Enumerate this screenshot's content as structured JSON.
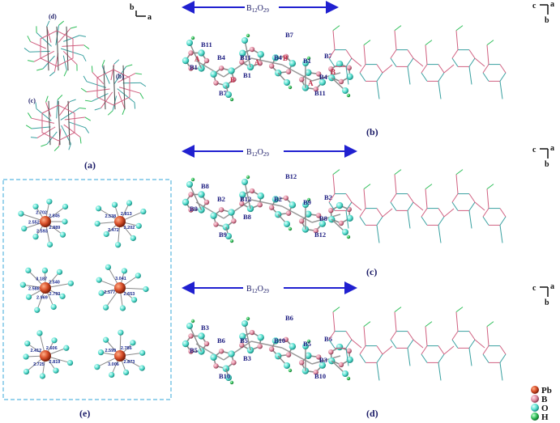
{
  "panels": {
    "a": "(a)",
    "b": "(b)",
    "c": "(c)",
    "d": "(d)",
    "e": "(e)"
  },
  "formula": {
    "base": "B",
    "sub1": "12",
    "mid": "O",
    "sub2": "29"
  },
  "cluster_labels": [
    "(d)",
    "(b)",
    "(c)"
  ],
  "axes": {
    "a_view": {
      "first": "b",
      "second": "a"
    },
    "b_view": {
      "first": "c",
      "second": "a",
      "third": "b"
    },
    "c_view": {
      "first": "c",
      "second": "a",
      "third": "b"
    },
    "d_view": {
      "first": "c",
      "second": "a",
      "third": "b"
    }
  },
  "legend": [
    {
      "symbol": "Pb",
      "color": "#d9502a"
    },
    {
      "symbol": "B",
      "color": "#e08aa0"
    },
    {
      "symbol": "O",
      "color": "#55e0d0"
    },
    {
      "symbol": "H",
      "color": "#2fbf5a"
    }
  ],
  "chain_b": {
    "atom_labels": [
      "B11",
      "B1",
      "B4",
      "B7",
      "B11",
      "B1",
      "B4",
      "B7",
      "B1",
      "B7",
      "B4",
      "B11"
    ],
    "ring_labels": [
      "A",
      "B",
      "A",
      "B",
      "A",
      "B"
    ]
  },
  "chain_c": {
    "atom_labels": [
      "B8",
      "B9",
      "B2",
      "B9",
      "B12",
      "B8",
      "B2",
      "B12",
      "B9",
      "B2",
      "B8",
      "B12"
    ]
  },
  "chain_d": {
    "atom_labels": [
      "B3",
      "B5",
      "B6",
      "B10",
      "B5",
      "B3",
      "B10",
      "B6",
      "B5",
      "B6",
      "B3",
      "B10"
    ]
  },
  "pb_sites": [
    {
      "distances": [
        "2.889",
        "2.593",
        "2.552",
        "2.702",
        "2.845"
      ]
    },
    {
      "distances": [
        "3.202",
        "2.472",
        "2.538",
        "2.813"
      ]
    },
    {
      "distances": [
        "2.793",
        "2.969",
        "2.588",
        "3.187",
        "2.540"
      ]
    },
    {
      "distances": [
        "2.653",
        "2.577",
        "3.041"
      ]
    },
    {
      "distances": [
        "2.819",
        "2.725",
        "2.412",
        "2.606"
      ]
    },
    {
      "distances": [
        "2.873",
        "3.006",
        "2.599",
        "2.786"
      ]
    }
  ],
  "colors": {
    "pb": "#d9502a",
    "b": "#e08aa0",
    "o": "#55e0d0",
    "h": "#2fbf5a",
    "arrow": "#2020d0",
    "dash_box": "#5ab7e0",
    "bond_b": "#d06080",
    "bond_o": "#38a0a0"
  }
}
